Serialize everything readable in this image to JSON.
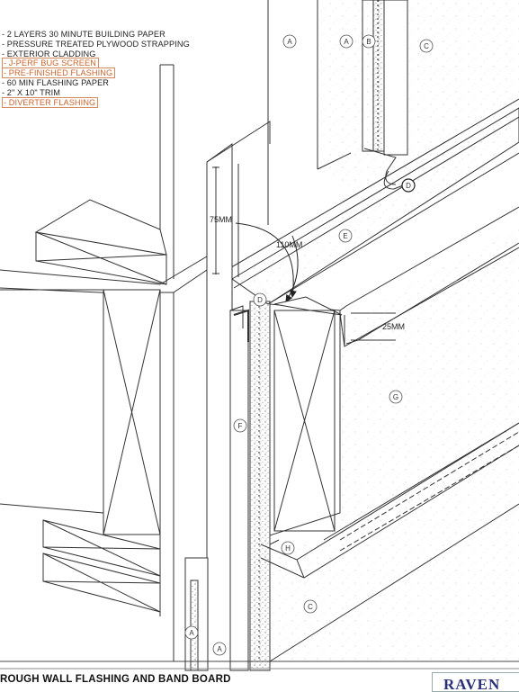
{
  "legend": [
    {
      "text": "- 2 LAYERS 30 MINUTE BUILDING PAPER",
      "highlight": false
    },
    {
      "text": "- PRESSURE TREATED PLYWOOD STRAPPING",
      "highlight": false
    },
    {
      "text": "- EXTERIOR CLADDING",
      "highlight": false
    },
    {
      "text": "- J-PERF BUG SCREEN",
      "highlight": true
    },
    {
      "text": "- PRE-FINISHED FLASHING",
      "highlight": true
    },
    {
      "text": "- 60 MIN FLASHING PAPER",
      "highlight": false
    },
    {
      "text": "- 2\" X 10\" TRIM",
      "highlight": false
    },
    {
      "text": "- DIVERTER FLASHING",
      "highlight": true
    }
  ],
  "callouts": {
    "a": "A",
    "b": "B",
    "c": "C",
    "d": "D",
    "e": "E",
    "f": "F",
    "g": "G",
    "h": "H"
  },
  "dimensions": {
    "d75": "75MM",
    "d110": "110MM",
    "d25": "25MM"
  },
  "footer": {
    "title": "ROUGH WALL FLASHING AND BAND BOARD",
    "logo": "RAVEN"
  },
  "colors": {
    "line": "#333333",
    "highlight": "#c9632b",
    "logo": "#2a2f7a"
  }
}
